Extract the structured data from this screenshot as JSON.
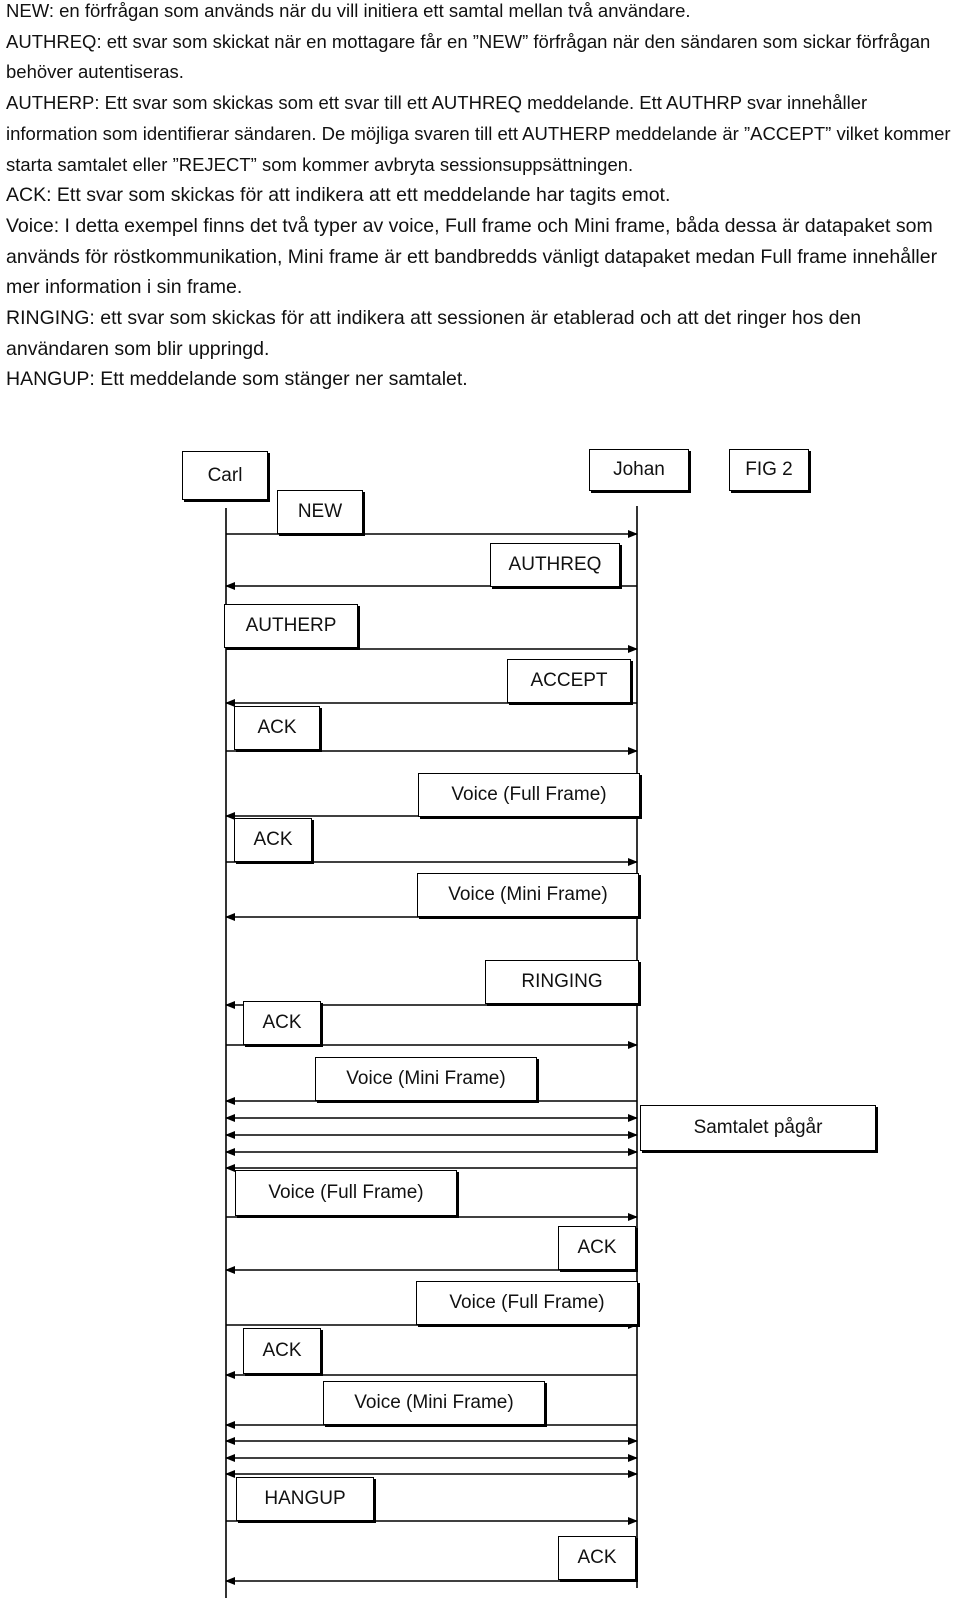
{
  "paragraphs": [
    "NEW: en förfrågan som används när du vill initiera ett samtal mellan två användare.",
    "AUTHREQ: ett svar som skickat när en mottagare får en ”NEW” förfrågan när den sändaren som sickar förfrågan behöver autentiseras.",
    "AUTHERP: Ett svar som skickas som ett svar till ett AUTHREQ meddelande. Ett AUTHRP svar innehåller information som identifierar sändaren. De möjliga svaren till ett AUTHERP meddelande är ”ACCEPT” vilket kommer starta samtalet eller ”REJECT” som kommer avbryta sessionsuppsättningen.",
    "ACK: Ett svar som skickas för att indikera att ett meddelande har tagits emot.",
    "Voice: I detta exempel finns det två typer av voice, Full frame och Mini frame, båda dessa är datapaket som används för röstkommunikation, Mini frame är ett bandbredds vänligt datapaket medan Full frame innehåller mer information i sin frame.",
    "RINGING: ett svar som skickas för att indikera att sessionen är etablerad och att det ringer hos den användaren som blir uppringd.",
    "HANGUP: Ett meddelande som stänger ner samtalet."
  ],
  "diagram": {
    "participants": {
      "left": "Carl",
      "right": "Johan"
    },
    "figure_label": "FIG 2",
    "labels": {
      "new": "NEW",
      "authreq": "AUTHREQ",
      "autherp": "AUTHERP",
      "accept": "ACCEPT",
      "ack1": "ACK",
      "voice_full_1": "Voice (Full Frame)",
      "ack2": "ACK",
      "voice_mini_1": "Voice (Mini Frame)",
      "ringing": "RINGING",
      "ack3": "ACK",
      "voice_mini_2": "Voice (Mini Frame)",
      "samtalet": "Samtalet pågår",
      "voice_full_2": "Voice (Full Frame)",
      "ack4": "ACK",
      "voice_full_3": "Voice (Full Frame)",
      "ack5": "ACK",
      "voice_mini_3": "Voice (Mini Frame)",
      "hangup": "HANGUP",
      "ack6": "ACK"
    }
  }
}
